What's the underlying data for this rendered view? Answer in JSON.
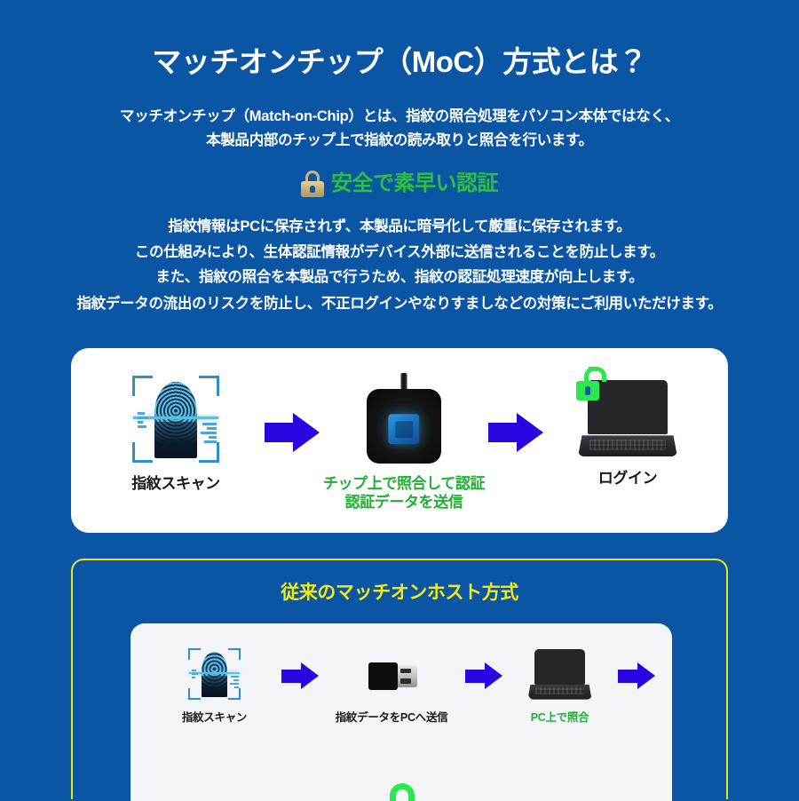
{
  "theme": {
    "background": "#0a56a5",
    "accent_green": "#21b034",
    "accent_yellow": "#f2e81c",
    "arrow_color": "#2b05df",
    "card_background": "#ffffff",
    "inner_card_background": "#f3f5f9",
    "text_color": "#ffffff"
  },
  "hero": {
    "title": "マッチオンチップ（MoC）方式とは？",
    "lead_line1": "マッチオンチップ（Match-on-Chip）とは、指紋の照合処理をパソコン本体ではなく、",
    "lead_line2": "本製品内部のチップ上で指紋の読み取りと照合を行います。"
  },
  "secure": {
    "lock_icon": "padlock-icon",
    "label": "安全で素早い認証"
  },
  "body_copy": {
    "line1": "指紋情報はPCに保存されず、本製品に暗号化して厳重に保存されます。",
    "line2": "この仕組みにより、生体認証情報がデバイス外部に送信されることを防止します。",
    "line3": "また、指紋の照合を本製品で行うため、指紋の認証処理速度が向上します。",
    "note": "指紋データの流出のリスクを防止し、不正ログインやなりすましなどの対策にご利用いただけます。"
  },
  "moc_flow": {
    "steps": [
      {
        "icon": "fingerprint-scan-icon",
        "label": "指紋スキャン",
        "label_color": "dark"
      },
      {
        "icon": "chip-reader-icon",
        "label_line1": "チップ上で照合して認証",
        "label_line2": "認証データを送信",
        "label_color": "green"
      },
      {
        "icon": "laptop-unlocked-icon",
        "label": "ログイン",
        "label_color": "dark"
      }
    ],
    "arrow_icon": "arrow-right-icon"
  },
  "legacy": {
    "title": "従来のマッチオンホスト方式",
    "steps": [
      {
        "icon": "fingerprint-scan-icon",
        "label": "指紋スキャン",
        "label_color": "dark"
      },
      {
        "icon": "usb-dongle-icon",
        "label": "指紋データをPCへ送信",
        "label_color": "dark"
      },
      {
        "icon": "laptop-icon",
        "label": "PC上で照合",
        "label_color": "green"
      }
    ],
    "arrow_icon": "arrow-right-icon",
    "trailing_icon": "unlock-icon"
  }
}
